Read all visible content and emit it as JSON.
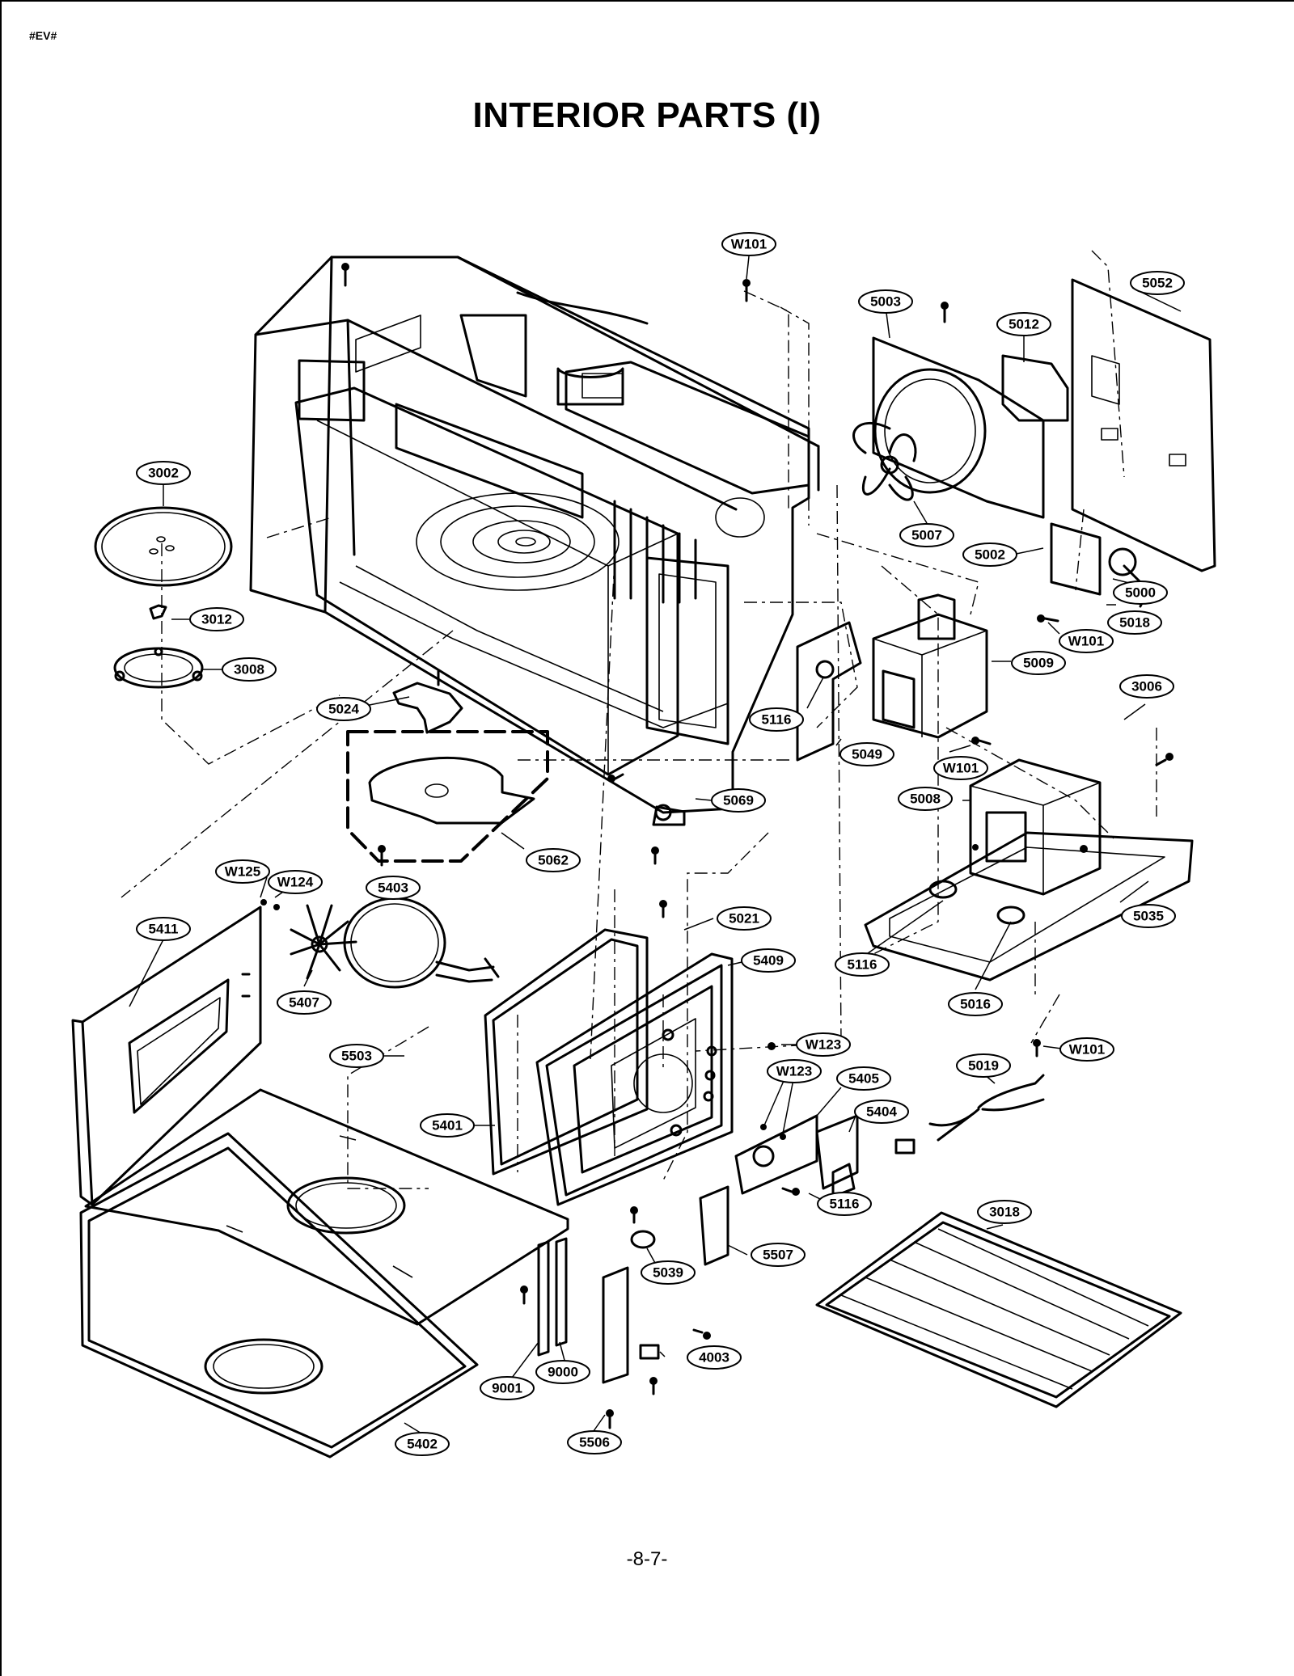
{
  "page": {
    "code": "#EV#",
    "title": "INTERIOR PARTS (I)",
    "page_number": "-8-7-"
  },
  "callouts": [
    {
      "id": "c-w101-top",
      "label": "W101"
    },
    {
      "id": "c-5052",
      "label": "5052"
    },
    {
      "id": "c-5003",
      "label": "5003"
    },
    {
      "id": "c-5012",
      "label": "5012"
    },
    {
      "id": "c-3002",
      "label": "3002"
    },
    {
      "id": "c-5007",
      "label": "5007"
    },
    {
      "id": "c-5002",
      "label": "5002"
    },
    {
      "id": "c-5000",
      "label": "5000"
    },
    {
      "id": "c-5018",
      "label": "5018"
    },
    {
      "id": "c-3012",
      "label": "3012"
    },
    {
      "id": "c-w101-fan",
      "label": "W101"
    },
    {
      "id": "c-3008",
      "label": "3008"
    },
    {
      "id": "c-5009",
      "label": "5009"
    },
    {
      "id": "c-3006",
      "label": "3006"
    },
    {
      "id": "c-5024",
      "label": "5024"
    },
    {
      "id": "c-5116-a",
      "label": "5116"
    },
    {
      "id": "c-5049",
      "label": "5049"
    },
    {
      "id": "c-w101-mag",
      "label": "W101"
    },
    {
      "id": "c-5008",
      "label": "5008"
    },
    {
      "id": "c-5069",
      "label": "5069"
    },
    {
      "id": "c-5062",
      "label": "5062"
    },
    {
      "id": "c-w125",
      "label": "W125"
    },
    {
      "id": "c-w124",
      "label": "W124"
    },
    {
      "id": "c-5403",
      "label": "5403"
    },
    {
      "id": "c-5021",
      "label": "5021"
    },
    {
      "id": "c-5035",
      "label": "5035"
    },
    {
      "id": "c-5411",
      "label": "5411"
    },
    {
      "id": "c-5409",
      "label": "5409"
    },
    {
      "id": "c-5116-b",
      "label": "5116"
    },
    {
      "id": "c-5407",
      "label": "5407"
    },
    {
      "id": "c-5016",
      "label": "5016"
    },
    {
      "id": "c-w123-a",
      "label": "W123"
    },
    {
      "id": "c-w101-base",
      "label": "W101"
    },
    {
      "id": "c-5503",
      "label": "5503"
    },
    {
      "id": "c-5019",
      "label": "5019"
    },
    {
      "id": "c-w123-b",
      "label": "W123"
    },
    {
      "id": "c-5405",
      "label": "5405"
    },
    {
      "id": "c-5404",
      "label": "5404"
    },
    {
      "id": "c-5401",
      "label": "5401"
    },
    {
      "id": "c-5116-c",
      "label": "5116"
    },
    {
      "id": "c-3018",
      "label": "3018"
    },
    {
      "id": "c-5507",
      "label": "5507"
    },
    {
      "id": "c-5039",
      "label": "5039"
    },
    {
      "id": "c-4003",
      "label": "4003"
    },
    {
      "id": "c-9000",
      "label": "9000"
    },
    {
      "id": "c-9001",
      "label": "9001"
    },
    {
      "id": "c-5402",
      "label": "5402"
    },
    {
      "id": "c-5506",
      "label": "5506"
    }
  ]
}
